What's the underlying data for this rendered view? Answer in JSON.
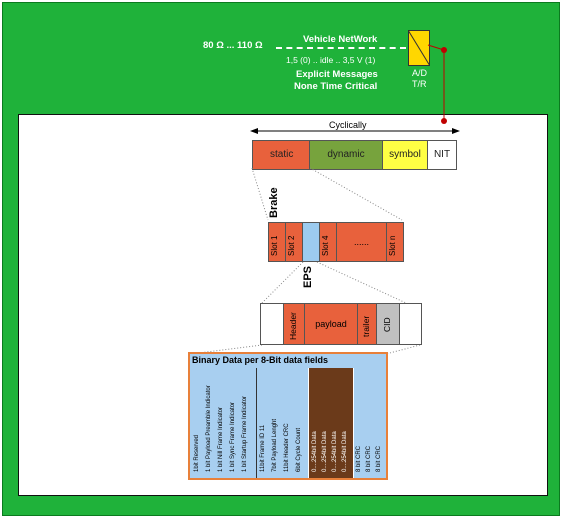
{
  "bus": {
    "resistance": "80 Ω ... 110 Ω",
    "title": "Vehicle NetWork",
    "voltage": "1,5 (0) .. idle .. 3,5 V (1)",
    "messages_line1": "Explicit Messages",
    "messages_line2": "None Time Critical",
    "ad_label": "A/D",
    "tr_label": "T/R"
  },
  "cycle": {
    "label": "Cyclically",
    "segments": {
      "static": "static",
      "dynamic": "dynamic",
      "symbol": "symbol",
      "nit": "NIT"
    }
  },
  "slots": {
    "brake_label": "Brake",
    "eps_label": "EPS",
    "slot1": "Slot 1",
    "slot2": "Slot 2",
    "slot4": "Slot 4",
    "dots": "......",
    "slotn": "Slot n"
  },
  "frame": {
    "header": "Header",
    "payload": "payload",
    "trailer": "trailer",
    "cid": "CID"
  },
  "binary": {
    "title": "Binary Data per  8-Bit  data fields",
    "header_fields": [
      "1bit Reserved",
      "1 bit Payload Preamble Indicator",
      "1 bit Nill Frame Indicator",
      "1 bit Sync Frame Indicator",
      "1 bit Startup Frame Indicator"
    ],
    "header_fields2": [
      "11bit Frame ID 11",
      "7bit Payload Lenght",
      "11bit Header CRC",
      "6bit Cycle Count"
    ],
    "data_fields": [
      "0....254bit  Data",
      "0....254bit  Data",
      "0....254bit  Data",
      "0....254bit  Data"
    ],
    "crc_fields": [
      "8 bit  CRC",
      "8 bit  CRC",
      "8 bit  CRC"
    ]
  },
  "colors": {
    "green": "#1FB23A",
    "static": "#E8613C",
    "dynamic": "#77A33D",
    "symbol": "#FFFF44",
    "eps": "#9CCBEF",
    "binary_border": "#E8803A",
    "binary_bg": "#A8CFF0",
    "data_bg": "#6B3A1A"
  }
}
